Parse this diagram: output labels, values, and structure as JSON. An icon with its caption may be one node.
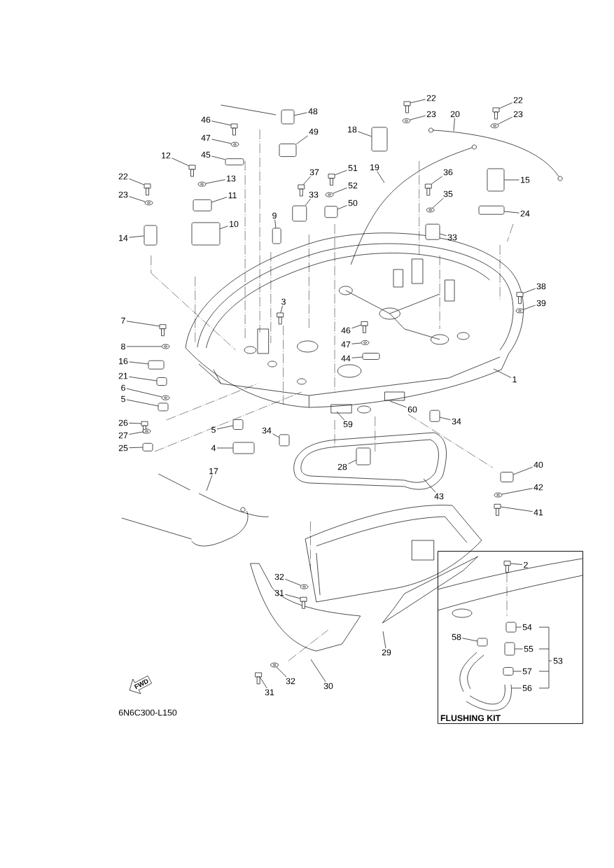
{
  "diagram": {
    "nodes": [
      {
        "text": [
          "22"
        ]
      },
      {
        "text": [
          "22"
        ]
      },
      {
        "text": [
          "23"
        ]
      },
      {
        "text": [
          "20"
        ]
      },
      {
        "text": [
          "23"
        ]
      },
      {
        "text": [
          "48"
        ]
      },
      {
        "text": [
          "18"
        ]
      },
      {
        "text": [
          "46"
        ]
      },
      {
        "text": [
          "47"
        ]
      },
      {
        "text": [
          "45"
        ]
      },
      {
        "text": [
          "49"
        ]
      },
      {
        "text": [
          "12"
        ]
      },
      {
        "text": [
          "37"
        ]
      },
      {
        "text": [
          "51"
        ]
      },
      {
        "text": [
          "19"
        ]
      },
      {
        "text": [
          "36"
        ]
      },
      {
        "text": [
          "13"
        ]
      },
      {
        "text": [
          "22"
        ]
      },
      {
        "text": [
          "52"
        ]
      },
      {
        "text": [
          "33"
        ]
      },
      {
        "text": [
          "35"
        ]
      },
      {
        "text": [
          "11"
        ]
      },
      {
        "text": [
          "15"
        ]
      },
      {
        "text": [
          "23"
        ]
      },
      {
        "text": [
          "50"
        ]
      },
      {
        "text": [
          "9"
        ]
      },
      {
        "text": [
          "24"
        ]
      },
      {
        "text": [
          "10"
        ]
      },
      {
        "text": [
          "14"
        ]
      },
      {
        "text": [
          "33"
        ]
      },
      {
        "text": [
          "38"
        ]
      },
      {
        "text": [
          "3"
        ]
      },
      {
        "text": [
          "39"
        ]
      },
      {
        "text": [
          "7"
        ]
      },
      {
        "text": [
          "46"
        ]
      },
      {
        "text": [
          "8"
        ]
      },
      {
        "text": [
          "47"
        ]
      },
      {
        "text": [
          "44"
        ]
      },
      {
        "text": [
          "16"
        ]
      },
      {
        "text": [
          "1"
        ]
      },
      {
        "text": [
          "21"
        ]
      },
      {
        "text": [
          "6"
        ]
      },
      {
        "text": [
          "5"
        ]
      },
      {
        "text": [
          "60"
        ]
      },
      {
        "text": [
          "26"
        ]
      },
      {
        "text": [
          "5"
        ]
      },
      {
        "text": [
          "34"
        ]
      },
      {
        "text": [
          "59"
        ]
      },
      {
        "text": [
          "34"
        ]
      },
      {
        "text": [
          "27"
        ]
      },
      {
        "text": [
          "25"
        ]
      },
      {
        "text": [
          "4"
        ]
      },
      {
        "text": [
          "40"
        ]
      },
      {
        "text": [
          "17"
        ]
      },
      {
        "text": [
          "28"
        ]
      },
      {
        "text": [
          "42"
        ]
      },
      {
        "text": [
          "43"
        ]
      },
      {
        "text": [
          "41"
        ]
      },
      {
        "text": [
          "FLUSHING KIT"
        ]
      },
      {
        "text": [
          "2"
        ],
        "in": 58
      },
      {
        "text": [
          "54"
        ],
        "in": 58
      },
      {
        "text": [
          "58"
        ],
        "in": 58
      },
      {
        "text": [
          "55"
        ],
        "in": 58
      },
      {
        "text": [
          "57"
        ],
        "in": 58
      },
      {
        "text": [
          "56"
        ],
        "in": 58
      },
      {
        "text": [
          "32"
        ]
      },
      {
        "text": [
          "31"
        ]
      },
      {
        "text": [
          "29"
        ]
      },
      {
        "text": [
          "32"
        ]
      },
      {
        "text": [
          "31"
        ]
      },
      {
        "text": [
          "30"
        ]
      },
      {
        "text": [
          "FWD"
        ]
      },
      {
        "text": [],
        "shape": "bolt"
      },
      {
        "text": [],
        "shape": "bolt"
      },
      {
        "text": [],
        "shape": "washer"
      },
      {
        "text": [],
        "shape": "washer"
      },
      {
        "text": [],
        "shape": "box"
      },
      {
        "text": [],
        "shape": "box"
      },
      {
        "text": [],
        "shape": "bolt"
      },
      {
        "text": [],
        "shape": "washer"
      },
      {
        "text": [],
        "shape": "box"
      },
      {
        "text": [],
        "shape": "box"
      },
      {
        "text": [],
        "shape": "bolt"
      },
      {
        "text": [],
        "shape": "bolt"
      },
      {
        "text": [],
        "shape": "bolt"
      },
      {
        "text": [],
        "shape": "bolt"
      },
      {
        "text": [],
        "shape": "washer"
      },
      {
        "text": [],
        "shape": "bolt"
      },
      {
        "text": [],
        "shape": "washer"
      },
      {
        "text": [],
        "shape": "box"
      },
      {
        "text": [],
        "shape": "washer"
      },
      {
        "text": [],
        "shape": "box"
      },
      {
        "text": [],
        "shape": "box"
      },
      {
        "text": [],
        "shape": "washer"
      },
      {
        "text": [],
        "shape": "box"
      },
      {
        "text": [],
        "shape": "box"
      },
      {
        "text": [],
        "shape": "box"
      },
      {
        "text": [],
        "shape": "box"
      },
      {
        "text": [],
        "shape": "box"
      },
      {
        "text": [],
        "shape": "box"
      },
      {
        "text": [],
        "shape": "bolt"
      },
      {
        "text": [],
        "shape": "bolt"
      },
      {
        "text": [],
        "shape": "washer"
      },
      {
        "text": [],
        "shape": "bolt"
      },
      {
        "text": [],
        "shape": "bolt"
      },
      {
        "text": [],
        "shape": "washer"
      },
      {
        "text": [],
        "shape": "washer"
      },
      {
        "text": [],
        "shape": "box"
      },
      {
        "text": [],
        "shape": "box"
      },
      {
        "text": [],
        "shape": "box"
      },
      {
        "text": [],
        "shape": "washer"
      },
      {
        "text": [],
        "shape": "box"
      },
      {
        "text": [],
        "shape": "bolt"
      },
      {
        "text": [],
        "shape": "box"
      },
      {
        "text": [],
        "shape": "box"
      },
      {
        "text": [],
        "shape": "box"
      },
      {
        "text": [],
        "shape": "washer"
      },
      {
        "text": [],
        "shape": "box"
      },
      {
        "text": [],
        "shape": "box"
      },
      {
        "text": [],
        "shape": "box"
      },
      {
        "text": [],
        "shape": "box"
      },
      {
        "text": [],
        "shape": "washer"
      },
      {
        "text": [],
        "shape": "bolt"
      },
      {
        "text": [],
        "shape": "bolt",
        "in": 58
      },
      {
        "text": [],
        "shape": "box",
        "in": 58
      },
      {
        "text": [],
        "shape": "box",
        "in": 58
      },
      {
        "text": [],
        "shape": "box",
        "in": 58
      },
      {
        "text": [],
        "shape": "box",
        "in": 58
      },
      {
        "text": [],
        "shape": "washer"
      },
      {
        "text": [],
        "shape": "bolt"
      },
      {
        "text": [],
        "shape": "washer"
      },
      {
        "text": [],
        "shape": "bolt"
      }
    ],
    "edges": [
      {
        "from": 0,
        "to": 72,
        "arrow": "none"
      },
      {
        "from": 1,
        "to": 73,
        "arrow": "none"
      },
      {
        "from": 2,
        "to": 74,
        "arrow": "none"
      },
      {
        "from": 3,
        "to": null,
        "arrow": "none"
      },
      {
        "from": 4,
        "to": 75,
        "arrow": "none"
      },
      {
        "from": 5,
        "to": 76,
        "arrow": "none"
      },
      {
        "from": 6,
        "to": 77,
        "arrow": "none"
      },
      {
        "from": 7,
        "to": 78,
        "arrow": "none"
      },
      {
        "from": 8,
        "to": 79,
        "arrow": "none"
      },
      {
        "from": 9,
        "to": 80,
        "arrow": "none"
      },
      {
        "from": 10,
        "to": 81,
        "arrow": "none"
      },
      {
        "from": 11,
        "to": 82,
        "arrow": "none"
      },
      {
        "from": 12,
        "to": 83,
        "arrow": "none"
      },
      {
        "from": 13,
        "to": 84,
        "arrow": "none"
      },
      {
        "from": 14,
        "to": null,
        "arrow": "none"
      },
      {
        "from": 15,
        "to": 85,
        "arrow": "none"
      },
      {
        "from": 16,
        "to": 86,
        "arrow": "none"
      },
      {
        "from": 17,
        "to": 87,
        "arrow": "none"
      },
      {
        "from": 18,
        "to": 88,
        "arrow": "none"
      },
      {
        "from": 19,
        "to": 89,
        "arrow": "none"
      },
      {
        "from": 20,
        "to": 90,
        "arrow": "none"
      },
      {
        "from": 21,
        "to": 91,
        "arrow": "none"
      },
      {
        "from": 22,
        "to": 92,
        "arrow": "none"
      },
      {
        "from": 23,
        "to": 93,
        "arrow": "none"
      },
      {
        "from": 24,
        "to": 94,
        "arrow": "none"
      },
      {
        "from": 25,
        "to": 95,
        "arrow": "none"
      },
      {
        "from": 26,
        "to": 96,
        "arrow": "none"
      },
      {
        "from": 27,
        "to": 97,
        "arrow": "none"
      },
      {
        "from": 28,
        "to": 98,
        "arrow": "none"
      },
      {
        "from": 29,
        "to": 99,
        "arrow": "none"
      },
      {
        "from": 30,
        "to": 100,
        "arrow": "none"
      },
      {
        "from": 31,
        "to": 101,
        "arrow": "none"
      },
      {
        "from": 32,
        "to": 102,
        "arrow": "none"
      },
      {
        "from": 33,
        "to": 103,
        "arrow": "none"
      },
      {
        "from": 34,
        "to": 104,
        "arrow": "none"
      },
      {
        "from": 35,
        "to": 105,
        "arrow": "none"
      },
      {
        "from": 36,
        "to": 106,
        "arrow": "none"
      },
      {
        "from": 37,
        "to": 107,
        "arrow": "none"
      },
      {
        "from": 38,
        "to": 108,
        "arrow": "none"
      },
      {
        "from": 39,
        "to": null,
        "arrow": "none"
      },
      {
        "from": 40,
        "to": 109,
        "arrow": "none"
      },
      {
        "from": 41,
        "to": 110,
        "arrow": "none"
      },
      {
        "from": 42,
        "to": 111,
        "arrow": "none"
      },
      {
        "from": 43,
        "to": null,
        "arrow": "none"
      },
      {
        "from": 44,
        "to": 112,
        "arrow": "none"
      },
      {
        "from": 45,
        "to": 113,
        "arrow": "none"
      },
      {
        "from": 46,
        "to": 114,
        "arrow": "none"
      },
      {
        "from": 47,
        "to": null,
        "arrow": "none"
      },
      {
        "from": 48,
        "to": 115,
        "arrow": "none"
      },
      {
        "from": 49,
        "to": 116,
        "arrow": "none"
      },
      {
        "from": 50,
        "to": 117,
        "arrow": "none"
      },
      {
        "from": 51,
        "to": 118,
        "arrow": "none"
      },
      {
        "from": 52,
        "to": 119,
        "arrow": "none"
      },
      {
        "from": 53,
        "to": null,
        "arrow": "none"
      },
      {
        "from": 54,
        "to": 120,
        "arrow": "none"
      },
      {
        "from": 55,
        "to": 121,
        "arrow": "none"
      },
      {
        "from": 56,
        "to": null,
        "arrow": "none"
      },
      {
        "from": 57,
        "to": 122,
        "arrow": "none"
      },
      {
        "from": 59,
        "to": 123,
        "arrow": "none"
      },
      {
        "from": 60,
        "to": 124,
        "arrow": "none"
      },
      {
        "from": 61,
        "to": 125,
        "arrow": "none"
      },
      {
        "from": 62,
        "to": 126,
        "arrow": "none"
      },
      {
        "from": 63,
        "to": 127,
        "arrow": "none"
      },
      {
        "from": 64,
        "to": null,
        "arrow": "none"
      },
      {
        "from": 65,
        "to": 128,
        "arrow": "none"
      },
      {
        "from": 66,
        "to": 129,
        "arrow": "none"
      },
      {
        "from": 67,
        "to": null,
        "arrow": "none"
      },
      {
        "from": 68,
        "to": 130,
        "arrow": "none"
      },
      {
        "from": 69,
        "to": 131,
        "arrow": "none"
      },
      {
        "from": 70,
        "to": null,
        "arrow": "none"
      }
    ],
    "labels": [
      "53",
      "6N6C300-L150"
    ]
  }
}
